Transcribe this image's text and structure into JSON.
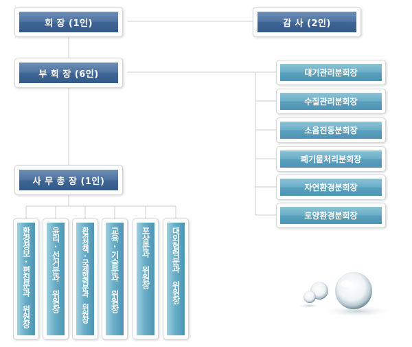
{
  "org": {
    "president": "회 장 (1인)",
    "auditor": "감 사 (2인)",
    "vice": "부 회 장 (6인)",
    "secretary": "사 무 총 장 (1인)",
    "divisions": [
      "대기관리분회장",
      "수질관리분회장",
      "소음진동분회장",
      "폐기물처리분회장",
      "자연환경분회장",
      "토양환경분회장"
    ],
    "committees": [
      "환경정보·편집분과 위원장",
      "윤리·선거분과 위원장",
      "환경정책·국제협력분과 위원장",
      "교육·기술분과 위원장",
      "포상분과 위원장",
      "대외협력분과 위원장"
    ]
  },
  "colors": {
    "main_box": "#4f74a2",
    "sub_box": "#6aaec8",
    "connector": "#c9cdd2"
  }
}
